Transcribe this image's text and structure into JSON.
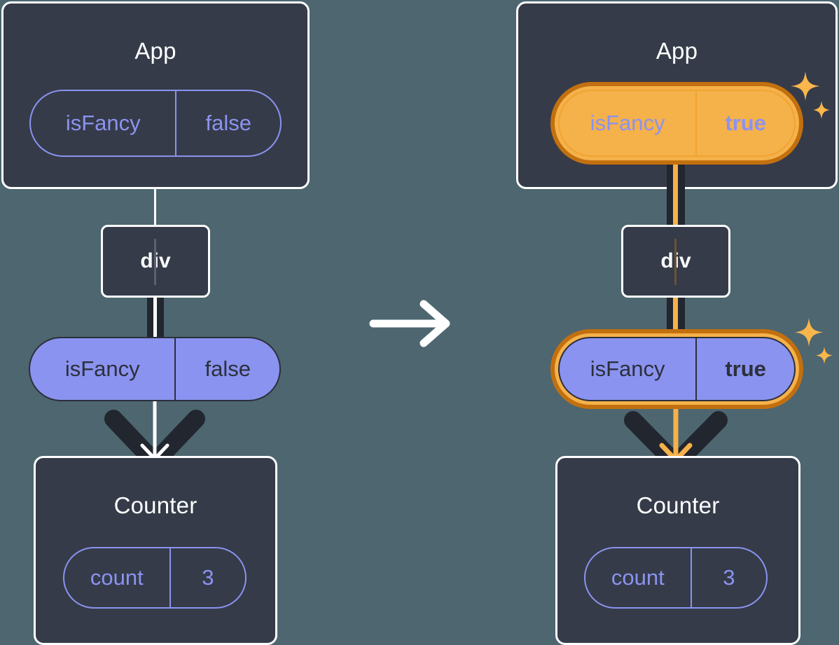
{
  "diagram": {
    "title": "React state propagation before and after isFancy toggle",
    "background_color": "#4d6670",
    "accent_color": "#8b93f0",
    "highlight_color": "#f5b14a",
    "highlight_ring_outer_color": "#c2700f",
    "box_fill_color": "#353b49",
    "transition_icon": "right-arrow-icon"
  },
  "before": {
    "app": {
      "title": "App",
      "state_pill": {
        "name": "isFancy",
        "value": "false",
        "highlighted": false
      }
    },
    "dom_node": {
      "label": "div"
    },
    "props_pill": {
      "name": "isFancy",
      "value": "false",
      "highlighted": false
    },
    "counter": {
      "title": "Counter",
      "state_pill": {
        "name": "count",
        "value": "3",
        "highlighted": false
      }
    }
  },
  "after": {
    "app": {
      "title": "App",
      "state_pill": {
        "name": "isFancy",
        "value": "true",
        "highlighted": true,
        "sparkle": "sparkle-icon"
      }
    },
    "dom_node": {
      "label": "div"
    },
    "props_pill": {
      "name": "isFancy",
      "value": "true",
      "highlighted": true,
      "sparkle": "sparkle-icon"
    },
    "counter": {
      "title": "Counter",
      "state_pill": {
        "name": "count",
        "value": "3",
        "highlighted": false
      }
    }
  }
}
